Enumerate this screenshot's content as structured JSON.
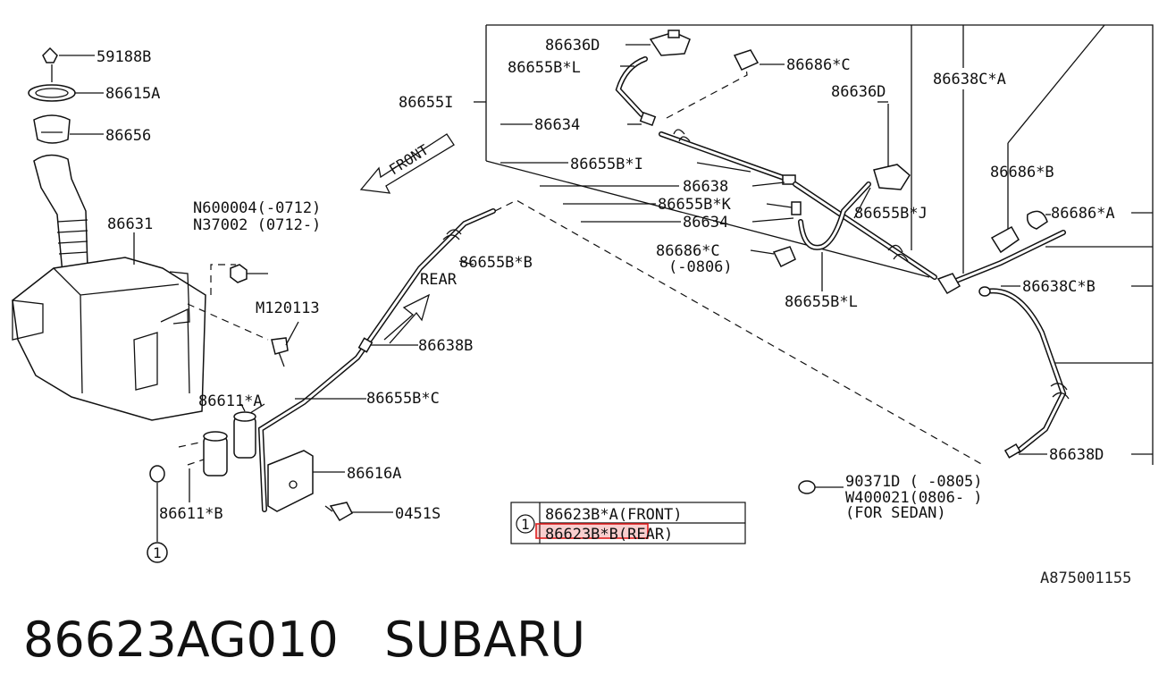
{
  "diagram": {
    "labels": {
      "p59188B": "59188B",
      "p86615A": "86615A",
      "p86656": "86656",
      "p86631": "86631",
      "pN600004": "N600004(-0712)",
      "pN37002": "N37002 (0712-)",
      "pM120113": "M120113",
      "p86611A": "86611*A",
      "p86611B": "86611*B",
      "p86616A": "86616A",
      "p0451S": "0451S",
      "p86655BC": "86655B*C",
      "p86638B": "86638B",
      "p86655BB": "86655B*B",
      "rear": "REAR",
      "front": "FRONT",
      "p86636D_top": "86636D",
      "p86655BL_top": "86655B*L",
      "p86655I": "86655I",
      "p86634_top": "86634",
      "p86655BI": "86655B*I",
      "p86638": "86638",
      "p86655BK": "86655B*K",
      "p86634_mid": "86634",
      "p86686C_top": "86686*C",
      "p86636D_right": "86636D",
      "p86655BJ": "86655B*J",
      "p86686C_mid": "86686*C",
      "p86686C_range": "(-0806)",
      "p86655BL_bottom": "86655B*L",
      "p86638CA": "86638C*A",
      "p86686B": "86686*B",
      "p86686A": "86686*A",
      "p86638CB": "86638C*B",
      "p86638D": "86638D",
      "p90371D": "90371D ( -0805)",
      "pW400021": "W400021(0806- )",
      "forSedan": "(FOR SEDAN)",
      "refCircle": "1",
      "diagramCode": "A875001155"
    },
    "legend": {
      "marker": "1",
      "rows": [
        "86623B*A(FRONT)",
        "86623B*B(REAR)"
      ],
      "highlight_color": "#e02020"
    }
  },
  "footer": {
    "text": "86623AG010   SUBARU"
  }
}
